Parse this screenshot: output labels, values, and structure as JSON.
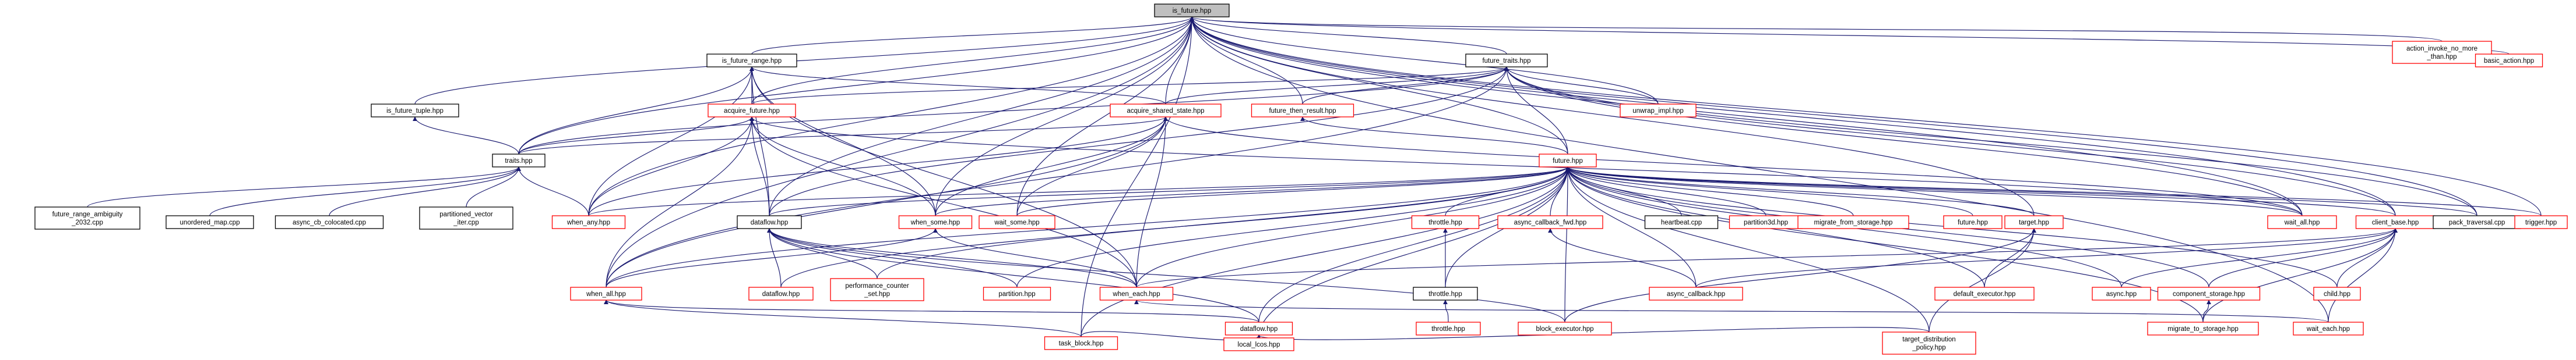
{
  "colors": {
    "edge": "#191970",
    "node_border_default": "#000000",
    "node_border_linked": "#ff0000",
    "root_fill": "#bfbfbf",
    "node_fill": "#ffffff",
    "background": "#ffffff"
  },
  "nodes": [
    {
      "id": "root",
      "label": "is_future.hpp",
      "root": true,
      "linked": false
    },
    {
      "id": "is_future_range",
      "label": "is_future_range.hpp",
      "linked": false
    },
    {
      "id": "future_traits",
      "label": "future_traits.hpp",
      "linked": false
    },
    {
      "id": "action_invoke",
      "label": [
        "action_invoke_no_more",
        "_than.hpp"
      ],
      "linked": true
    },
    {
      "id": "basic_action",
      "label": "basic_action.hpp",
      "linked": true
    },
    {
      "id": "is_future_tuple",
      "label": "is_future_tuple.hpp",
      "linked": false
    },
    {
      "id": "acquire_future",
      "label": "acquire_future.hpp",
      "linked": true
    },
    {
      "id": "acquire_shared_state",
      "label": "acquire_shared_state.hpp",
      "linked": true
    },
    {
      "id": "future_then_result",
      "label": "future_then_result.hpp",
      "linked": true
    },
    {
      "id": "unwrap_impl",
      "label": "unwrap_impl.hpp",
      "linked": true
    },
    {
      "id": "traits",
      "label": "traits.hpp",
      "linked": false
    },
    {
      "id": "future",
      "label": "future.hpp",
      "linked": true
    },
    {
      "id": "future_range_ambiguity",
      "label": [
        "future_range_ambiguity",
        "_2032.cpp"
      ],
      "linked": false
    },
    {
      "id": "unordered_map",
      "label": "unordered_map.cpp",
      "linked": false
    },
    {
      "id": "async_cb_colocated",
      "label": "async_cb_colocated.cpp",
      "linked": false
    },
    {
      "id": "partitioned_vector_iter",
      "label": [
        "partitioned_vector",
        "_iter.cpp"
      ],
      "linked": false
    },
    {
      "id": "when_any",
      "label": "when_any.hpp",
      "linked": true
    },
    {
      "id": "dataflow_a",
      "label": "dataflow.hpp",
      "linked": false
    },
    {
      "id": "when_some",
      "label": "when_some.hpp",
      "linked": true
    },
    {
      "id": "wait_some",
      "label": "wait_some.hpp",
      "linked": true
    },
    {
      "id": "throttle_a",
      "label": "throttle.hpp",
      "linked": true
    },
    {
      "id": "async_callback_fwd",
      "label": "async_callback_fwd.hpp",
      "linked": true
    },
    {
      "id": "heartbeat",
      "label": "heartbeat.cpp",
      "linked": false
    },
    {
      "id": "partition3d",
      "label": "partition3d.hpp",
      "linked": true
    },
    {
      "id": "migrate_from_storage",
      "label": "migrate_from_storage.hpp",
      "linked": true
    },
    {
      "id": "future_b",
      "label": "future.hpp",
      "linked": true
    },
    {
      "id": "target",
      "label": "target.hpp",
      "linked": true
    },
    {
      "id": "wait_all",
      "label": "wait_all.hpp",
      "linked": true
    },
    {
      "id": "client_base",
      "label": "client_base.hpp",
      "linked": true
    },
    {
      "id": "pack_traversal",
      "label": "pack_traversal.cpp",
      "linked": false
    },
    {
      "id": "trigger",
      "label": "trigger.hpp",
      "linked": true
    },
    {
      "id": "when_all",
      "label": "when_all.hpp",
      "linked": true
    },
    {
      "id": "dataflow_b",
      "label": "dataflow.hpp",
      "linked": true
    },
    {
      "id": "perf_counter_set",
      "label": [
        "performance_counter",
        "_set.hpp"
      ],
      "linked": true
    },
    {
      "id": "partition",
      "label": "partition.hpp",
      "linked": true
    },
    {
      "id": "when_each",
      "label": "when_each.hpp",
      "linked": true
    },
    {
      "id": "throttle_b",
      "label": "throttle.hpp",
      "linked": false
    },
    {
      "id": "async_callback",
      "label": "async_callback.hpp",
      "linked": true
    },
    {
      "id": "default_executor",
      "label": "default_executor.hpp",
      "linked": true
    },
    {
      "id": "async",
      "label": "async.hpp",
      "linked": true
    },
    {
      "id": "component_storage",
      "label": "component_storage.hpp",
      "linked": true
    },
    {
      "id": "child",
      "label": "child.hpp",
      "linked": true
    },
    {
      "id": "dataflow_c",
      "label": "dataflow.hpp",
      "linked": true
    },
    {
      "id": "throttle_c",
      "label": "throttle.hpp",
      "linked": true
    },
    {
      "id": "block_executor",
      "label": "block_executor.hpp",
      "linked": true
    },
    {
      "id": "migrate_to_storage",
      "label": "migrate_to_storage.hpp",
      "linked": true
    },
    {
      "id": "wait_each",
      "label": "wait_each.hpp",
      "linked": true
    },
    {
      "id": "task_block",
      "label": "task_block.hpp",
      "linked": true
    },
    {
      "id": "local_lcos",
      "label": "local_lcos.hpp",
      "linked": true
    },
    {
      "id": "target_distribution_policy",
      "label": [
        "target_distribution",
        "_policy.hpp"
      ],
      "linked": true
    }
  ],
  "edges": [
    [
      "is_future_range",
      "root"
    ],
    [
      "future_traits",
      "root"
    ],
    [
      "action_invoke",
      "root"
    ],
    [
      "basic_action",
      "root"
    ],
    [
      "is_future_tuple",
      "root"
    ],
    [
      "acquire_future",
      "root"
    ],
    [
      "acquire_shared_state",
      "root"
    ],
    [
      "future_then_result",
      "root"
    ],
    [
      "unwrap_impl",
      "root"
    ],
    [
      "traits",
      "root"
    ],
    [
      "future",
      "root"
    ],
    [
      "when_any",
      "root"
    ],
    [
      "when_some",
      "root"
    ],
    [
      "wait_some",
      "root"
    ],
    [
      "wait_all",
      "root"
    ],
    [
      "client_base",
      "root"
    ],
    [
      "pack_traversal",
      "root"
    ],
    [
      "trigger",
      "root"
    ],
    [
      "when_all",
      "root"
    ],
    [
      "task_block",
      "root"
    ],
    [
      "target",
      "root"
    ],
    [
      "wait_each",
      "root"
    ],
    [
      "dataflow_a",
      "root"
    ],
    [
      "traits",
      "is_future_range"
    ],
    [
      "acquire_future",
      "is_future_range"
    ],
    [
      "acquire_shared_state",
      "is_future_range"
    ],
    [
      "when_any",
      "is_future_range"
    ],
    [
      "when_some",
      "is_future_range"
    ],
    [
      "dataflow_a",
      "is_future_range"
    ],
    [
      "when_each",
      "is_future_range"
    ],
    [
      "acquire_future",
      "future_traits"
    ],
    [
      "acquire_shared_state",
      "future_traits"
    ],
    [
      "future_then_result",
      "future_traits"
    ],
    [
      "unwrap_impl",
      "future_traits"
    ],
    [
      "traits",
      "future_traits"
    ],
    [
      "future",
      "future_traits"
    ],
    [
      "wait_all",
      "future_traits"
    ],
    [
      "client_base",
      "future_traits"
    ],
    [
      "pack_traversal",
      "future_traits"
    ],
    [
      "when_all",
      "future_traits"
    ],
    [
      "dataflow_a",
      "future_traits"
    ],
    [
      "traits",
      "is_future_tuple"
    ],
    [
      "traits",
      "acquire_future"
    ],
    [
      "when_any",
      "acquire_future"
    ],
    [
      "when_some",
      "acquire_future"
    ],
    [
      "when_all",
      "acquire_future"
    ],
    [
      "when_each",
      "acquire_future"
    ],
    [
      "dataflow_a",
      "acquire_future"
    ],
    [
      "wait_all",
      "acquire_future"
    ],
    [
      "traits",
      "acquire_shared_state"
    ],
    [
      "when_any",
      "acquire_shared_state"
    ],
    [
      "when_some",
      "acquire_shared_state"
    ],
    [
      "wait_some",
      "acquire_shared_state"
    ],
    [
      "wait_all",
      "acquire_shared_state"
    ],
    [
      "when_all",
      "acquire_shared_state"
    ],
    [
      "when_each",
      "acquire_shared_state"
    ],
    [
      "future",
      "future_then_result"
    ],
    [
      "future_range_ambiguity",
      "traits"
    ],
    [
      "unordered_map",
      "traits"
    ],
    [
      "async_cb_colocated",
      "traits"
    ],
    [
      "partitioned_vector_iter",
      "traits"
    ],
    [
      "when_any",
      "traits"
    ],
    [
      "when_any",
      "future"
    ],
    [
      "dataflow_a",
      "future"
    ],
    [
      "when_some",
      "future"
    ],
    [
      "wait_some",
      "future"
    ],
    [
      "throttle_a",
      "future"
    ],
    [
      "async_callback_fwd",
      "future"
    ],
    [
      "heartbeat",
      "future"
    ],
    [
      "partition3d",
      "future"
    ],
    [
      "migrate_from_storage",
      "future"
    ],
    [
      "future_b",
      "future"
    ],
    [
      "target",
      "future"
    ],
    [
      "wait_all",
      "future"
    ],
    [
      "client_base",
      "future"
    ],
    [
      "pack_traversal",
      "future"
    ],
    [
      "trigger",
      "future"
    ],
    [
      "when_all",
      "future"
    ],
    [
      "dataflow_b",
      "future"
    ],
    [
      "perf_counter_set",
      "future"
    ],
    [
      "partition",
      "future"
    ],
    [
      "when_each",
      "future"
    ],
    [
      "throttle_b",
      "future"
    ],
    [
      "async_callback",
      "future"
    ],
    [
      "default_executor",
      "future"
    ],
    [
      "async",
      "future"
    ],
    [
      "component_storage",
      "future"
    ],
    [
      "child",
      "future"
    ],
    [
      "dataflow_c",
      "future"
    ],
    [
      "block_executor",
      "future"
    ],
    [
      "migrate_to_storage",
      "future"
    ],
    [
      "task_block",
      "future"
    ],
    [
      "local_lcos",
      "future"
    ],
    [
      "target_distribution_policy",
      "future"
    ],
    [
      "when_all",
      "when_some"
    ],
    [
      "when_each",
      "when_some"
    ],
    [
      "dataflow_b",
      "dataflow_a"
    ],
    [
      "when_each",
      "dataflow_a"
    ],
    [
      "perf_counter_set",
      "dataflow_a"
    ],
    [
      "partition",
      "dataflow_a"
    ],
    [
      "dataflow_c",
      "dataflow_a"
    ],
    [
      "throttle_b",
      "throttle_a"
    ],
    [
      "throttle_c",
      "throttle_b"
    ],
    [
      "async_callback",
      "async_callback_fwd"
    ],
    [
      "default_executor",
      "target"
    ],
    [
      "block_executor",
      "target"
    ],
    [
      "target_distribution_policy",
      "target"
    ],
    [
      "when_each",
      "client_base"
    ],
    [
      "async",
      "client_base"
    ],
    [
      "component_storage",
      "client_base"
    ],
    [
      "child",
      "client_base"
    ],
    [
      "migrate_to_storage",
      "client_base"
    ],
    [
      "wait_each",
      "client_base"
    ],
    [
      "async_callback",
      "client_base"
    ],
    [
      "migrate_to_storage",
      "component_storage"
    ],
    [
      "wait_each",
      "when_each"
    ],
    [
      "task_block",
      "when_all"
    ],
    [
      "dataflow_c",
      "when_all"
    ],
    [
      "task_block",
      "dataflow_c"
    ],
    [
      "local_lcos",
      "dataflow_c"
    ],
    [
      "target_distribution_policy",
      "dataflow_c"
    ],
    [
      "block_executor",
      "dataflow_a"
    ]
  ]
}
